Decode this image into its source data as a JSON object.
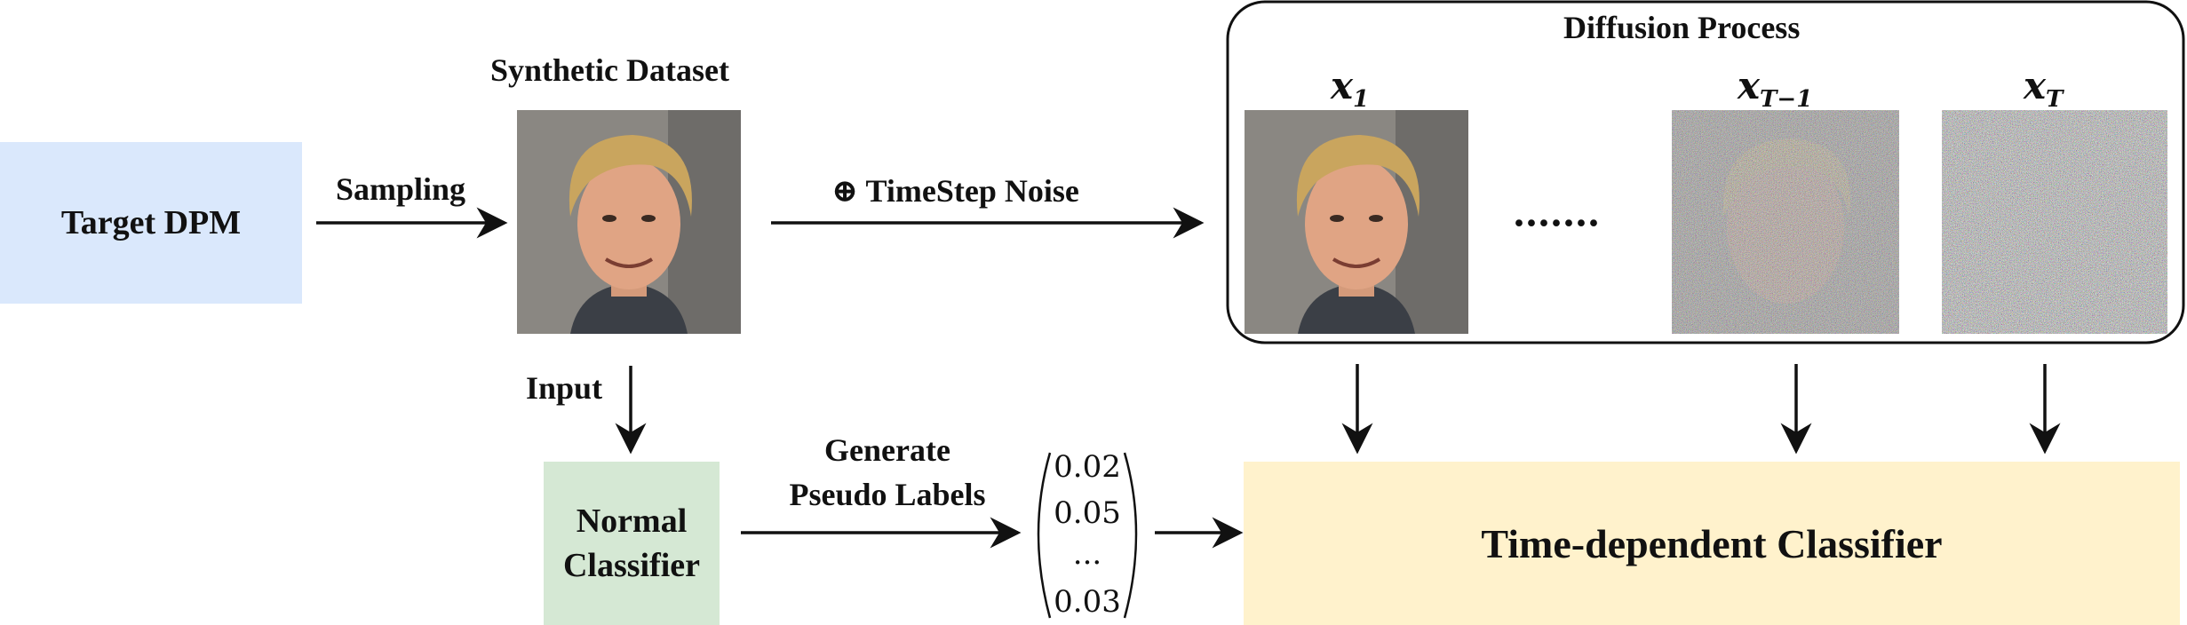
{
  "nodes": {
    "target_dpm": "Target DPM",
    "normal_classifier_line1": "Normal",
    "normal_classifier_line2": "Classifier",
    "time_classifier": "Time-dependent Classifier"
  },
  "labels": {
    "synthetic_dataset": "Synthetic Dataset",
    "sampling": "Sampling",
    "timestep_noise": "⊕ TimeStep Noise",
    "input": "Input",
    "generate_line1": "Generate",
    "generate_line2": "Pseudo Labels",
    "diffusion_process": "Diffusion Process",
    "ellipsis": "·······"
  },
  "math_labels": {
    "x1_base": "x",
    "x1_sub": "1",
    "xt1_base": "x",
    "xt1_sub": "T−1",
    "xt_base": "x",
    "xt_sub": "T"
  },
  "pseudo_labels": [
    "0.02",
    "0.05",
    "...",
    "0.03"
  ],
  "colors": {
    "target_dpm_fill": "#dae8fc",
    "normal_classifier_fill": "#d5e8d4",
    "time_classifier_fill": "#fff2cc"
  }
}
